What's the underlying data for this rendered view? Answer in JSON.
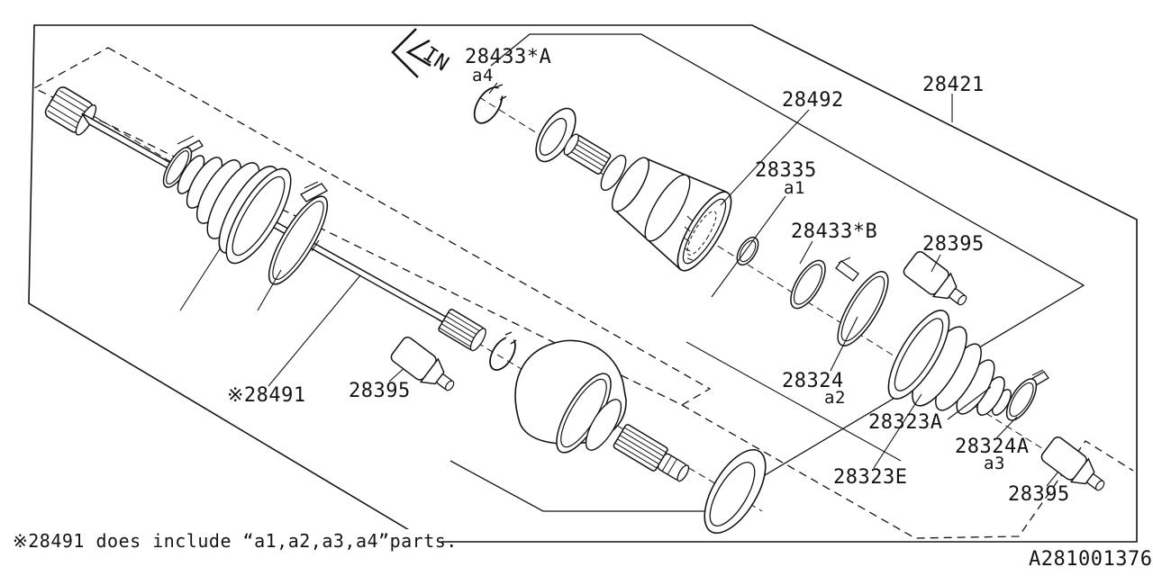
{
  "diagram": {
    "title": "Rear axle drive shaft exploded parts diagram",
    "doc_id": "A281001376",
    "note": "※28491 does include “a1,a2,a3,a4”parts.",
    "colors": {
      "ink": "#141414",
      "background": "#ffffff"
    },
    "direction_arrow": {
      "name": "in-arrow",
      "text": "IN"
    },
    "labels": [
      {
        "name": "label-28433-a",
        "text": "28433*A"
      },
      {
        "name": "label-a4",
        "text": "a4"
      },
      {
        "name": "label-28492",
        "text": "28492"
      },
      {
        "name": "label-28421",
        "text": "28421"
      },
      {
        "name": "label-28335",
        "text": "28335"
      },
      {
        "name": "label-a1",
        "text": "a1"
      },
      {
        "name": "label-28433-b",
        "text": "28433*B"
      },
      {
        "name": "label-28395-upper-right",
        "text": "28395"
      },
      {
        "name": "label-28324",
        "text": "28324"
      },
      {
        "name": "label-a2",
        "text": "a2"
      },
      {
        "name": "label-28323a",
        "text": "28323A"
      },
      {
        "name": "label-28323e",
        "text": "28323E"
      },
      {
        "name": "label-28324a",
        "text": "28324A"
      },
      {
        "name": "label-a3",
        "text": "a3"
      },
      {
        "name": "label-28395-lower-right",
        "text": "28395"
      },
      {
        "name": "label-28491",
        "text": "※28491"
      },
      {
        "name": "label-28395-left",
        "text": "28395"
      }
    ]
  }
}
